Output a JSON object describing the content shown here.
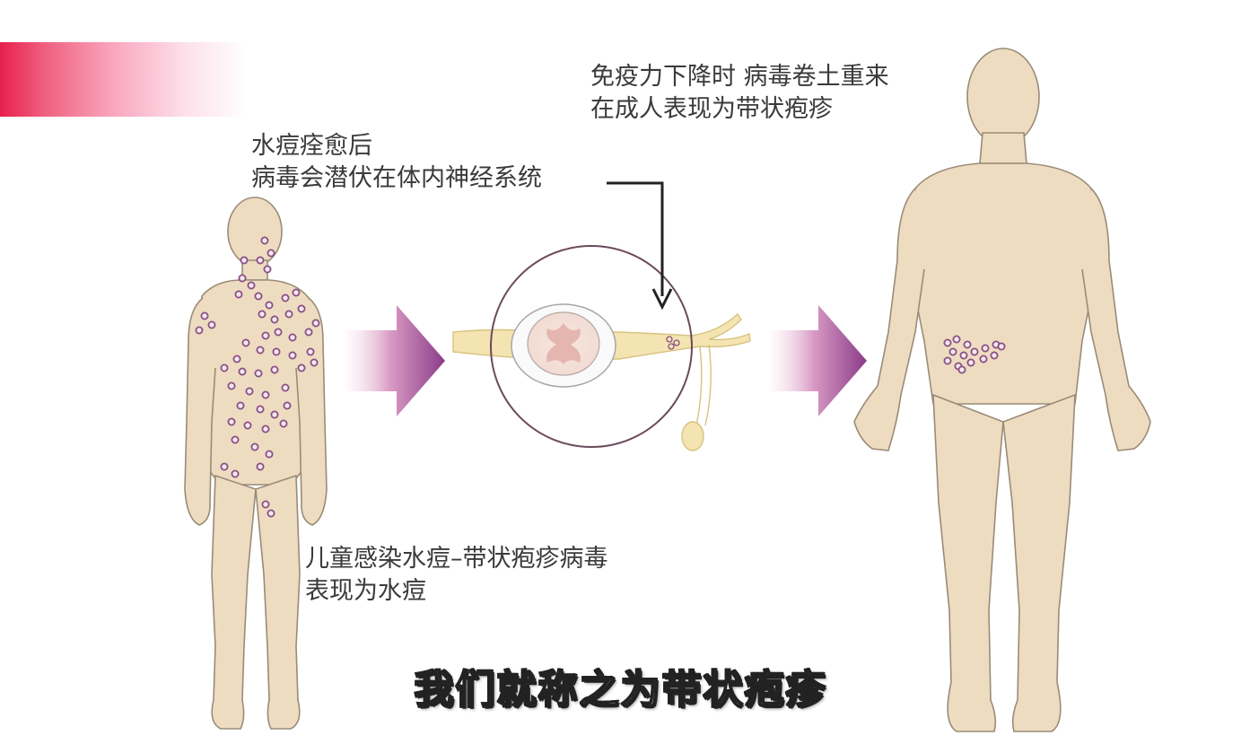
{
  "annotations": {
    "latent": {
      "line1": "水痘痊愈后",
      "line2": "病毒会潜伏在体内神经系统"
    },
    "adult": {
      "line1": "免疫力下降时 病毒卷土重来",
      "line2": "在成人表现为带状疱疹"
    },
    "child": {
      "line1": "儿童感染水痘–带状疱疹病毒",
      "line2": "表现为水痘"
    }
  },
  "subtitle": "我们就称之为带状疱疹",
  "colors": {
    "skin": "#eedcc0",
    "skin_outline": "#9a8b78",
    "lesion": "#8a4f86",
    "nerve": "#f3e4b2",
    "circle": "#6b4a5c",
    "arrow_start": "#fbe3ee",
    "arrow_end": "#8a3c88",
    "banner": "#e8204e"
  }
}
